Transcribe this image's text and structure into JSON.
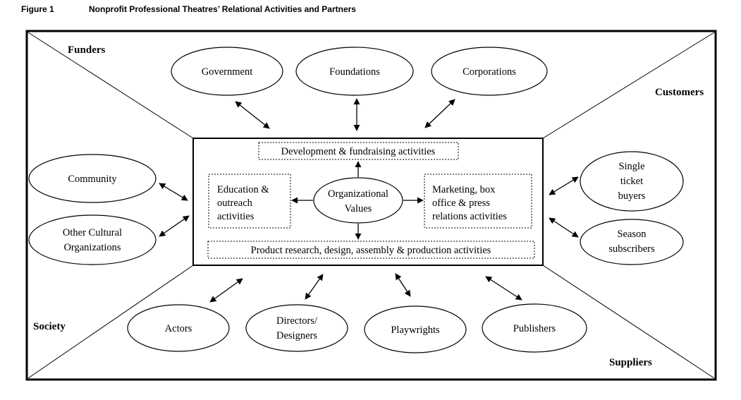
{
  "figure": {
    "label": "Figure 1",
    "title": "Nonprofit Professional Theatres’ Relational Activities and Partners"
  },
  "corners": {
    "funders": "Funders",
    "customers": "Customers",
    "society": "Society",
    "suppliers": "Suppliers"
  },
  "funders": {
    "government": "Government",
    "foundations": "Foundations",
    "corporations": "Corporations"
  },
  "society": {
    "community": "Community",
    "other_cultural": [
      "Other Cultural",
      "Organizations"
    ]
  },
  "customers": {
    "single_ticket": [
      "Single",
      "ticket",
      "buyers"
    ],
    "season": [
      "Season",
      "subscribers"
    ]
  },
  "suppliers": {
    "actors": "Actors",
    "directors": [
      "Directors/",
      "Designers"
    ],
    "playwrights": "Playwrights",
    "publishers": "Publishers"
  },
  "center": {
    "development": "Development & fundraising activities",
    "education": [
      "Education &",
      "outreach",
      "activities"
    ],
    "values": [
      "Organizational",
      "Values"
    ],
    "marketing": [
      "Marketing, box",
      "office & press",
      "relations activities"
    ],
    "product": "Product research, design, assembly & production activities"
  }
}
